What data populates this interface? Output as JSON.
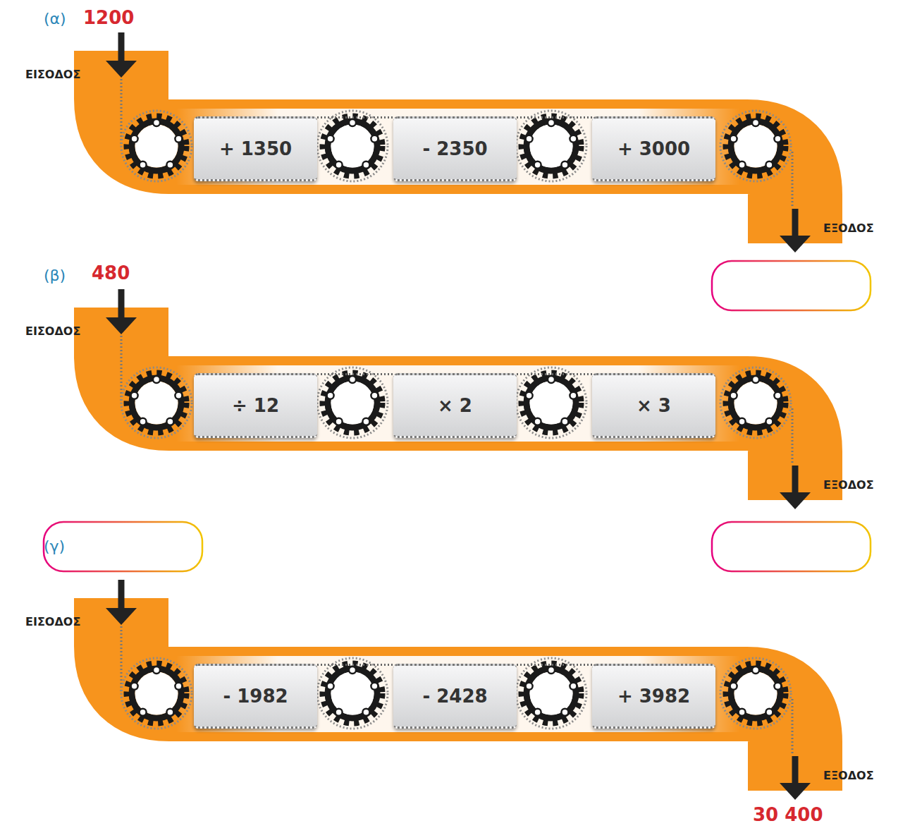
{
  "diagram": {
    "nodes": [
      {
        "text": [
          "+ 1350"
        ]
      },
      {
        "text": [
          "- 2350"
        ]
      },
      {
        "text": [
          "+ 3000"
        ]
      },
      {
        "text": [
          "÷ 12"
        ]
      },
      {
        "text": [
          "× 2"
        ]
      },
      {
        "text": [
          "× 3"
        ]
      },
      {
        "text": [
          "- 1982"
        ]
      },
      {
        "text": [
          "- 2428"
        ]
      },
      {
        "text": [
          "+ 3982"
        ]
      }
    ],
    "edges": [
      {
        "from": 0,
        "to": 1,
        "arrow": "none"
      },
      {
        "from": 1,
        "to": 2,
        "arrow": "none"
      },
      {
        "from": 3,
        "to": 4,
        "arrow": "none"
      },
      {
        "from": 4,
        "to": 5,
        "arrow": "none"
      },
      {
        "from": 6,
        "to": 7,
        "arrow": "none"
      },
      {
        "from": 7,
        "to": 8,
        "arrow": "none"
      }
    ],
    "labels": [
      "(α)",
      "1200",
      "ΕΙΣΟΔΟΣ",
      "ΕΞΟΔΟΣ",
      "(β)",
      "480",
      "ΕΙΣΟΔΟΣ",
      "ΕΞΟΔΟΣ",
      "(γ)",
      "ΕΙΣΟΔΟΣ",
      "ΕΞΟΔΟΣ",
      "30 400"
    ]
  }
}
